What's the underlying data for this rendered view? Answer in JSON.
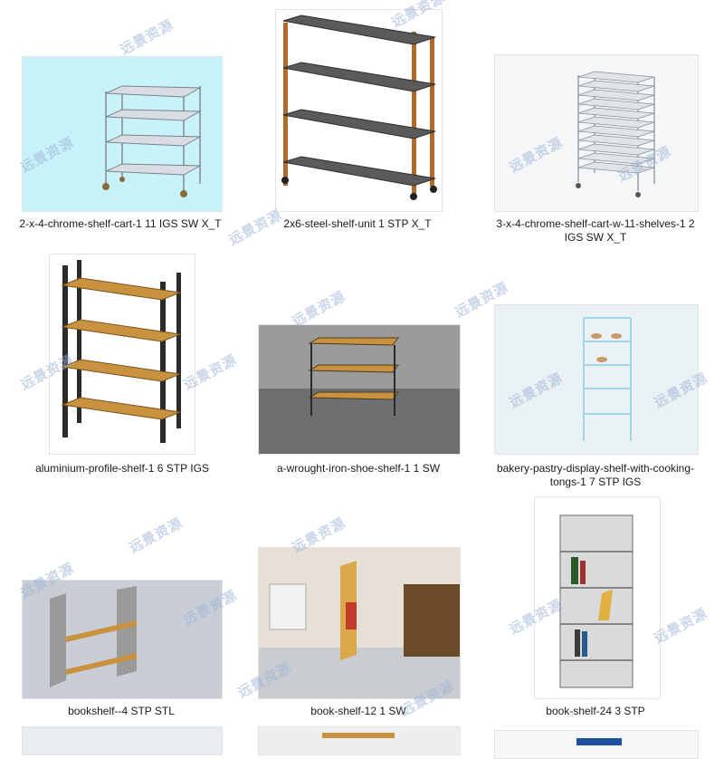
{
  "items": [
    {
      "caption": "2-x-4-chrome-shelf-cart-1 11 IGS SW X_T"
    },
    {
      "caption": "2x6-steel-shelf-unit 1 STP X_T"
    },
    {
      "caption": "3-x-4-chrome-shelf-cart-w-11-shelves-1 2 IGS SW X_T"
    },
    {
      "caption": "aluminium-profile-shelf-1 6 STP IGS"
    },
    {
      "caption": "a-wrought-iron-shoe-shelf-1 1 SW"
    },
    {
      "caption": "bakery-pastry-display-shelf-with-cooking-tongs-1 7 STP IGS"
    },
    {
      "caption": "bookshelf--4 STP STL"
    },
    {
      "caption": "book-shelf-12 1 SW"
    },
    {
      "caption": "book-shelf-24 3 STP"
    }
  ],
  "watermark": {
    "text": "远景资源"
  },
  "colors": {
    "cyan_bg": "#c8f2fa",
    "wood": "#c8923e",
    "steel": "#3a3a3a"
  }
}
